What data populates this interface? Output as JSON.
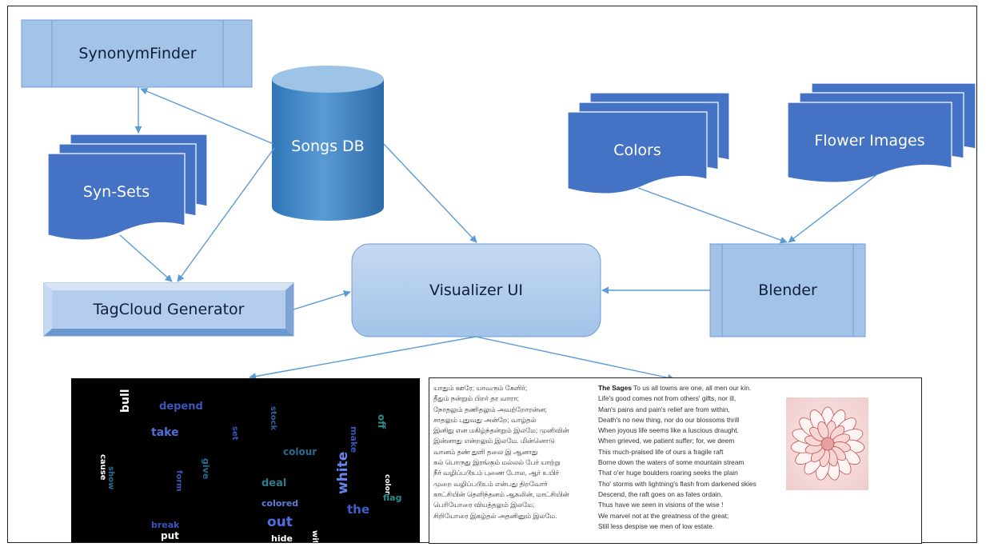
{
  "nodes": {
    "synonym_finder": "SynonymFinder",
    "songs_db": "Songs DB",
    "syn_sets": "Syn-Sets",
    "colors": "Colors",
    "flower_images": "Flower Images",
    "visualizer_ui": "Visualizer UI",
    "tagcloud_generator": "TagCloud Generator",
    "blender": "Blender"
  },
  "colors": {
    "box_fill": "#a4c3e9",
    "box_stroke": "#6f9fd3",
    "document_fill": "#4472c4",
    "arrow": "#5b9bd5"
  },
  "tag_cloud": [
    {
      "text": "depend",
      "color": "#3b55b8"
    },
    {
      "text": "take",
      "color": "#4f6ee0"
    },
    {
      "text": "bull",
      "color": "#ffffff"
    },
    {
      "text": "colour",
      "color": "#2a6d8f"
    },
    {
      "text": "deal",
      "color": "#2f7a8a"
    },
    {
      "text": "colored",
      "color": "#5a7fd8"
    },
    {
      "text": "white",
      "color": "#6688ee"
    },
    {
      "text": "the",
      "color": "#3f5fc8"
    },
    {
      "text": "flag",
      "color": "#2f8a8a"
    },
    {
      "text": "out",
      "color": "#4f6ee0"
    },
    {
      "text": "break",
      "color": "#3b55b8"
    },
    {
      "text": "put",
      "color": "#ffffff"
    },
    {
      "text": "hide",
      "color": "#ffffff"
    },
    {
      "text": "give",
      "color": "#2a6d8f"
    },
    {
      "text": "stock",
      "color": "#33609e"
    },
    {
      "text": "cause",
      "color": "#ffffff"
    },
    {
      "text": "off",
      "color": "#2f8a8a"
    },
    {
      "text": "make",
      "color": "#3b55b8"
    },
    {
      "text": "color",
      "color": "#ffffff"
    },
    {
      "text": "show",
      "color": "#2a6d8f"
    },
    {
      "text": "with",
      "color": "#ffffff"
    },
    {
      "text": "form",
      "color": "#3b55b8"
    },
    {
      "text": "set",
      "color": "#3b55b8"
    }
  ],
  "tamil_poem": [
    "யாதும் ஊரே; யாவரும் கேளிர்;",
    "தீதும் நன்றும் பிறர் தர வாரா;",
    "நோதலும் தணிதலும் அவற்றோரன்ன;",
    "சாதலும் புதுவது அன்றே; வாழ்தல்",
    "இனிது என மகிழ்ந்தன்றும் இலமே; முனிவின்",
    "இன்னாது என்றலும் இலமே. மின்னொடு",
    "வானம் தண் துளி தலை இ ஆனாது",
    "கல் பொருது இரங்கும் மல்லல் பேர் யாற்று",
    "நீர் வழிப்படூஉம் புணை போல, ஆர் உயிர்",
    "முறை வழிப்படூஉம் என்பது திறவோர்",
    "காட்சியின் தெளிந்தனம் ஆகலின், மாட்சியின்",
    "பெரியோரை வியத்தலும் இலமே;",
    "சிறியோரை இகழ்தல் அதனினும் இலமே."
  ],
  "english_poem": {
    "title": "The Sages",
    "lines": [
      "To us all towns are one, all men our kin.",
      "Life's good comes not from others' gifts, nor ill,",
      "Man's pains and pain's relief are from within,",
      "Death's no new thing, nor do our blossoms thrill",
      "When joyous life seems like a luscious draught.",
      "When grieved, we patient suffer; for, we deem",
      "This much-praised life of ours a fragile raft",
      "Borne down the waters of some mountain stream",
      "That o'er huge boulders roaring seeks the plain",
      "Tho' storms with lightning's flash from darkened skies",
      "Descend, the raft goes on as fates ordain.",
      "Thus have we seen in visions of the wise !",
      "We marvel not at the greatness of the great;",
      "Still less despise we men of low estate."
    ]
  }
}
